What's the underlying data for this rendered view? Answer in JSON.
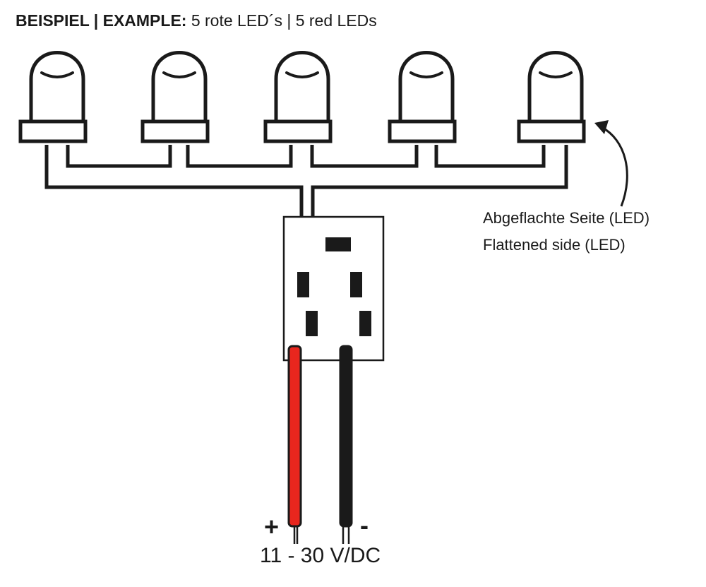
{
  "title": {
    "bold": "BEISPIEL | EXAMPLE:",
    "normal": " 5 rote LED´s | 5 red LEDs"
  },
  "annotation": {
    "line1": "Abgeflachte Seite (LED)",
    "line2": "Flattened side (LED)"
  },
  "power": {
    "plus": "+",
    "minus": "-",
    "voltage": "11 - 30 V/DC"
  },
  "led_count": 5,
  "colors": {
    "outline": "#1a1a1a",
    "positive_wire": "#e8261e",
    "negative_wire": "#1a1a1a",
    "background": "#ffffff"
  }
}
